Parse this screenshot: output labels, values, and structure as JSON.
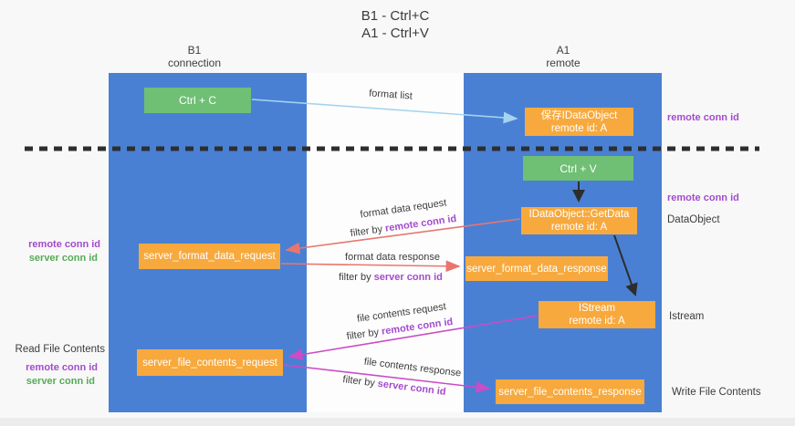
{
  "title": {
    "line1": "B1 - Ctrl+C",
    "line2": "A1 - Ctrl+V"
  },
  "columns": {
    "left": {
      "name": "B1",
      "subtitle": "connection"
    },
    "right": {
      "name": "A1",
      "subtitle": "remote"
    }
  },
  "boxes": {
    "ctrl_c": "Ctrl + C",
    "ctrl_v": "Ctrl + V",
    "save_idataobject_line1": "保存IDataObject",
    "save_idataobject_line2": "remote id: A",
    "getdata_line1": "IDataObject::GetData",
    "getdata_line2": "remote id: A",
    "istream_line1": "IStream",
    "istream_line2": "remote id: A",
    "server_format_data_request": "server_format_data_request",
    "server_format_data_response": "server_format_data_response",
    "server_file_contents_request": "server_file_contents_request",
    "server_file_contents_response": "server_file_contents_response"
  },
  "arrow_labels": {
    "format_list": "format list",
    "format_data_request": "format data request",
    "format_data_response": "format data response",
    "file_contents_request": "file contents request",
    "file_contents_response": "file contents response",
    "filter_by": "filter by",
    "remote_conn_id": "remote conn id",
    "server_conn_id": "server conn id"
  },
  "side_labels": {
    "remote_conn_id": "remote conn id",
    "server_conn_id": "server conn id",
    "dataobject": "DataObject",
    "istream": "Istream",
    "read_file_contents": "Read File Contents",
    "write_file_contents": "Write File Contents"
  },
  "colors": {
    "column_blue": "#4a80d4",
    "box_green": "#6fbf74",
    "box_orange": "#f7a93d",
    "arrow_light_blue": "#a6d3f0",
    "arrow_salmon": "#e8766e",
    "arrow_magenta": "#ca4cc6",
    "arrow_black": "#2d2d2d",
    "text_purple": "#a44bcd",
    "text_green": "#55ab57",
    "dashed_line": "#2e2e2e"
  }
}
